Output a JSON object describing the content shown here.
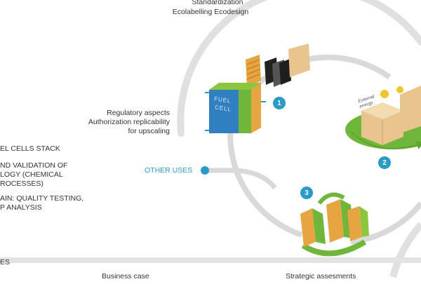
{
  "top_labels": {
    "line1": "Standardization",
    "line2": "Ecolabelling Ecodesign"
  },
  "regulatory": {
    "line1": "Regulatory aspects",
    "line2": "Authorization  replicability",
    "line3": "for upscaling"
  },
  "left_items": {
    "item1": "EL CELLS STACK",
    "item2_line1": "ND VALIDATION OF",
    "item2_line2": "LOGY (CHEMICAL",
    "item2_line3": "ROCESSES)",
    "item3_line1": "AIN: QUALITY TESTING,",
    "item3_line2": "P ANALYSIS",
    "item4": "ES"
  },
  "other_uses": "OTHER USES",
  "steps": [
    "1",
    "2",
    "3"
  ],
  "fuel_cell": {
    "line1": "FUEL",
    "line2": "CELL"
  },
  "external_energy": {
    "line1": "External",
    "line2": "energy"
  },
  "bottom_labels": {
    "business_case": "Business case",
    "strategic": "Strategic assesments"
  },
  "colors": {
    "track": "#d9d9d9",
    "accent_blue": "#2a9bc6",
    "green": "#6fb63a",
    "tan": "#e8c48e",
    "orange": "#e39a3a"
  }
}
